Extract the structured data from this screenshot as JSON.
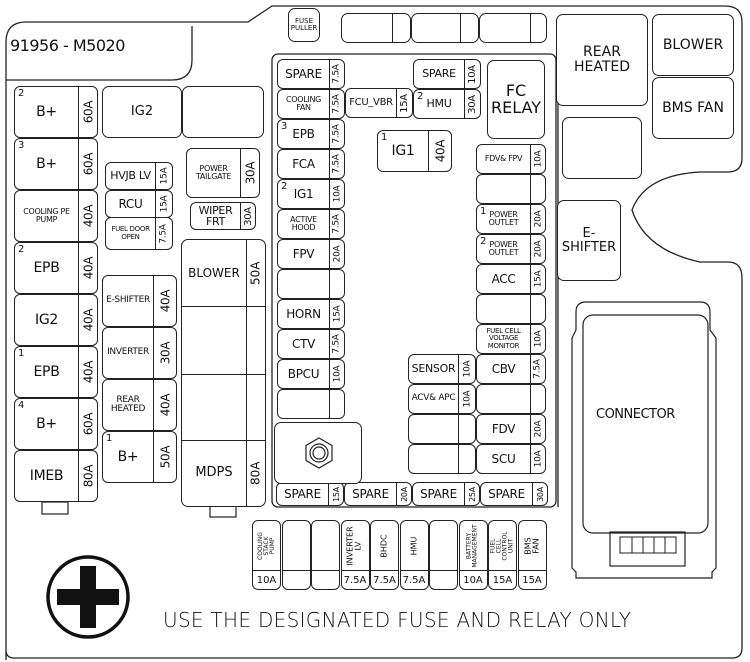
{
  "part_number": "91956 - M5020",
  "footer_text": "USE THE DESIGNATED FUSE AND RELAY ONLY",
  "fuse_puller": "FUSE PULLER",
  "connector": "CONNECTOR",
  "left_column": [
    {
      "num": "2",
      "label": "B+",
      "amp": "60A"
    },
    {
      "num": "3",
      "label": "B+",
      "amp": "60A"
    },
    {
      "num": "",
      "label": "COOLING PE PUMP",
      "amp": "40A"
    },
    {
      "num": "2",
      "label": "EPB",
      "amp": "40A"
    },
    {
      "num": "",
      "label": "IG2",
      "amp": "40A"
    },
    {
      "num": "1",
      "label": "EPB",
      "amp": "40A"
    },
    {
      "num": "4",
      "label": "B+",
      "amp": "60A"
    },
    {
      "num": "",
      "label": "IMEB",
      "amp": "80A"
    }
  ],
  "relays_top_left": {
    "ig2": "IG2",
    "blank": ""
  },
  "mid_left": [
    {
      "label": "HVJB LV",
      "amp": "15A"
    },
    {
      "label": "RCU",
      "amp": "15A"
    },
    {
      "label": "FUEL DOOR OPEN",
      "amp": "7.5A"
    }
  ],
  "power_tailgate": {
    "label": "POWER TAILGATE",
    "amp": "30A"
  },
  "wiper_frt": {
    "label": "WIPER FRT",
    "amp": "30A"
  },
  "mid_column2": [
    {
      "num": "",
      "label": "E-SHIFTER",
      "amp": "40A"
    },
    {
      "num": "",
      "label": "INVERTER",
      "amp": "30A"
    },
    {
      "num": "",
      "label": "REAR HEATED",
      "amp": "40A"
    },
    {
      "num": "1",
      "label": "B+",
      "amp": "50A"
    }
  ],
  "blower_fuse": {
    "label": "BLOWER",
    "amp": "50A"
  },
  "mdps_fuse": {
    "label": "MDPS",
    "amp": "80A"
  },
  "center_left_column": [
    {
      "num": "",
      "label": "SPARE",
      "amp": "7.5A"
    },
    {
      "num": "",
      "label": "COOLING FAN",
      "amp": "7.5A"
    },
    {
      "num": "3",
      "label": "EPB",
      "amp": "7.5A"
    },
    {
      "num": "",
      "label": "FCA",
      "amp": "7.5A"
    },
    {
      "num": "2",
      "label": "IG1",
      "amp": "10A"
    },
    {
      "num": "",
      "label": "ACTIVE HOOD",
      "amp": "7.5A"
    },
    {
      "num": "",
      "label": "FPV",
      "amp": "20A"
    },
    {
      "num": "",
      "label": "",
      "amp": ""
    },
    {
      "num": "",
      "label": "HORN",
      "amp": "15A"
    },
    {
      "num": "",
      "label": "CTV",
      "amp": "7.5A"
    },
    {
      "num": "",
      "label": "BPCU",
      "amp": "10A"
    },
    {
      "num": "",
      "label": "",
      "amp": ""
    }
  ],
  "fcu_vbr": {
    "label": "FCU_VBR",
    "amp": "15A"
  },
  "spare_top": {
    "label": "SPARE",
    "amp": "10A"
  },
  "hmu": {
    "num": "2",
    "label": "HMU",
    "amp": "30A"
  },
  "fc_relay": "FC RELAY",
  "ig1": {
    "num": "1",
    "label": "IG1",
    "amp": "40A"
  },
  "center_right_column": [
    {
      "num": "",
      "label": "FDV& FPV",
      "amp": "10A"
    },
    {
      "num": "",
      "label": "",
      "amp": ""
    },
    {
      "num": "1",
      "label": "POWER OUTLET",
      "amp": "20A"
    },
    {
      "num": "2",
      "label": "POWER OUTLET",
      "amp": "20A"
    },
    {
      "num": "",
      "label": "ACC",
      "amp": "15A"
    },
    {
      "num": "",
      "label": "",
      "amp": ""
    },
    {
      "num": "",
      "label": "FUEL CELL VOLTAGE MONITOR",
      "amp": "10A"
    },
    {
      "num": "",
      "label": "CBV",
      "amp": "7.5A"
    },
    {
      "num": "",
      "label": "",
      "amp": ""
    },
    {
      "num": "",
      "label": "FDV",
      "amp": "20A"
    },
    {
      "num": "",
      "label": "SCU",
      "amp": "10A"
    }
  ],
  "center_inner_column": [
    {
      "label": "SENSOR",
      "amp": "10A"
    },
    {
      "label": "ACV& APC",
      "amp": "10A"
    },
    {
      "label": "",
      "amp": ""
    },
    {
      "label": "",
      "amp": ""
    }
  ],
  "spare_row": [
    {
      "label": "SPARE",
      "amp": "15A"
    },
    {
      "label": "SPARE",
      "amp": "20A"
    },
    {
      "label": "SPARE",
      "amp": "25A"
    },
    {
      "label": "SPARE",
      "amp": "30A"
    }
  ],
  "right_relays": {
    "rear_heated": "REAR HEATED",
    "blower": "BLOWER",
    "bms_fan": "BMS FAN",
    "e_shifter": "E-SHIFTER"
  },
  "bottom_row": [
    {
      "label": "COOLING STACK PUMP",
      "amp": "10A"
    },
    {
      "label": "",
      "amp": ""
    },
    {
      "label": "",
      "amp": ""
    },
    {
      "label": "INVERTER LV",
      "amp": "7.5A"
    },
    {
      "label": "BHDC",
      "amp": "7.5A"
    },
    {
      "label": "HMU",
      "amp": "7.5A"
    },
    {
      "label": "",
      "amp": ""
    },
    {
      "label": "BATTERY MANAGEMENT",
      "amp": "10A"
    },
    {
      "label": "FUEL CELL CONTROL UNIT",
      "amp": "15A"
    },
    {
      "label": "BMS FAN",
      "amp": "15A"
    }
  ],
  "icons": {
    "plus": "plus-terminal-icon",
    "bolt": "ground-bolt-icon"
  }
}
